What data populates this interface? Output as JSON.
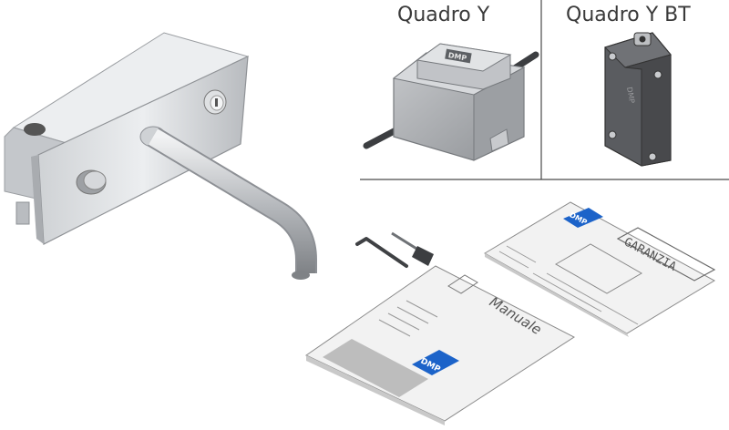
{
  "labels": {
    "quadro_y": "Quadro Y",
    "quadro_y_bt": "Quadro Y BT"
  },
  "brand": {
    "logo_text": "DMP",
    "color": "#1c63c9"
  },
  "documents": {
    "manual_title": "Manuale",
    "warranty_title": "GARANZIA"
  },
  "colors": {
    "steel_light": "#e2e4e6",
    "steel_mid": "#b9bcc0",
    "steel_dark": "#8d9095",
    "box_gray": "#a7aaae",
    "bt_box": "#5a5c60",
    "paper": "#f2f2f2",
    "divider": "#4a4a4a"
  }
}
